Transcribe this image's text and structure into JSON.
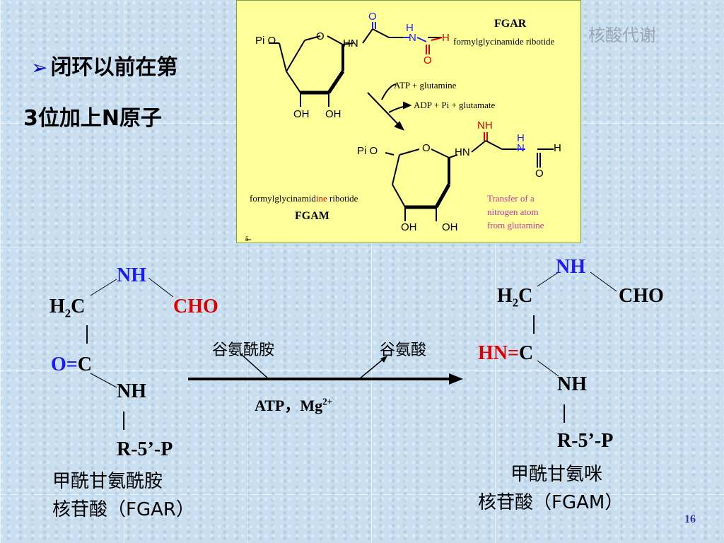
{
  "watermark": "核酸代谢",
  "bullet": {
    "line1": "闭环以前在第",
    "line2": "3位加上N原子"
  },
  "figure": {
    "fgar_label": "FGAR",
    "fgar_name": "formylglycinamide ribotide",
    "atp_glutamine": "ATP + glutamine",
    "adp_glutamate": "ADP + Pi + glutamate",
    "fgam_name_a": "formylglycinamid",
    "fgam_name_ine": "ine",
    "fgam_name_b": " ribotide",
    "fgam_label": "FGAM",
    "note1": "Transfer of a",
    "note2": "nitrogen atom",
    "note3": "from glutamine",
    "pio": "Pi O",
    "o": "O",
    "hn": "HN",
    "h": "H",
    "n": "N",
    "nh": "NH",
    "oh": "OH",
    "five": "5"
  },
  "left_structure": {
    "nh": "NH",
    "h2c_main": "H",
    "h2c_sub": "2",
    "h2c_c": "C",
    "cho": "CHO",
    "bar": "|",
    "o_eq": "O=",
    "c": "C",
    "nh2": "NH",
    "bar2": "|",
    "r5p": "R-5’-P",
    "name1": "甲酰甘氨酰胺",
    "name2": "核苷酸（FGAR）"
  },
  "reaction": {
    "reactant": "谷氨酰胺",
    "product": "谷氨酸",
    "cofactor_main": "ATP，Mg",
    "cofactor_sup": "2+"
  },
  "right_structure": {
    "nh": "NH",
    "h2c_main": "H",
    "h2c_sub": "2",
    "h2c_c": "C",
    "cho": "CHO",
    "bar": "|",
    "hn_eq": "HN=",
    "c": "C",
    "nh2": "NH",
    "bar2": "|",
    "r5p": "R-5’-P",
    "name1": "甲酰甘氨咪",
    "name2": "核苷酸（FGAM）"
  },
  "page_number": "16"
}
